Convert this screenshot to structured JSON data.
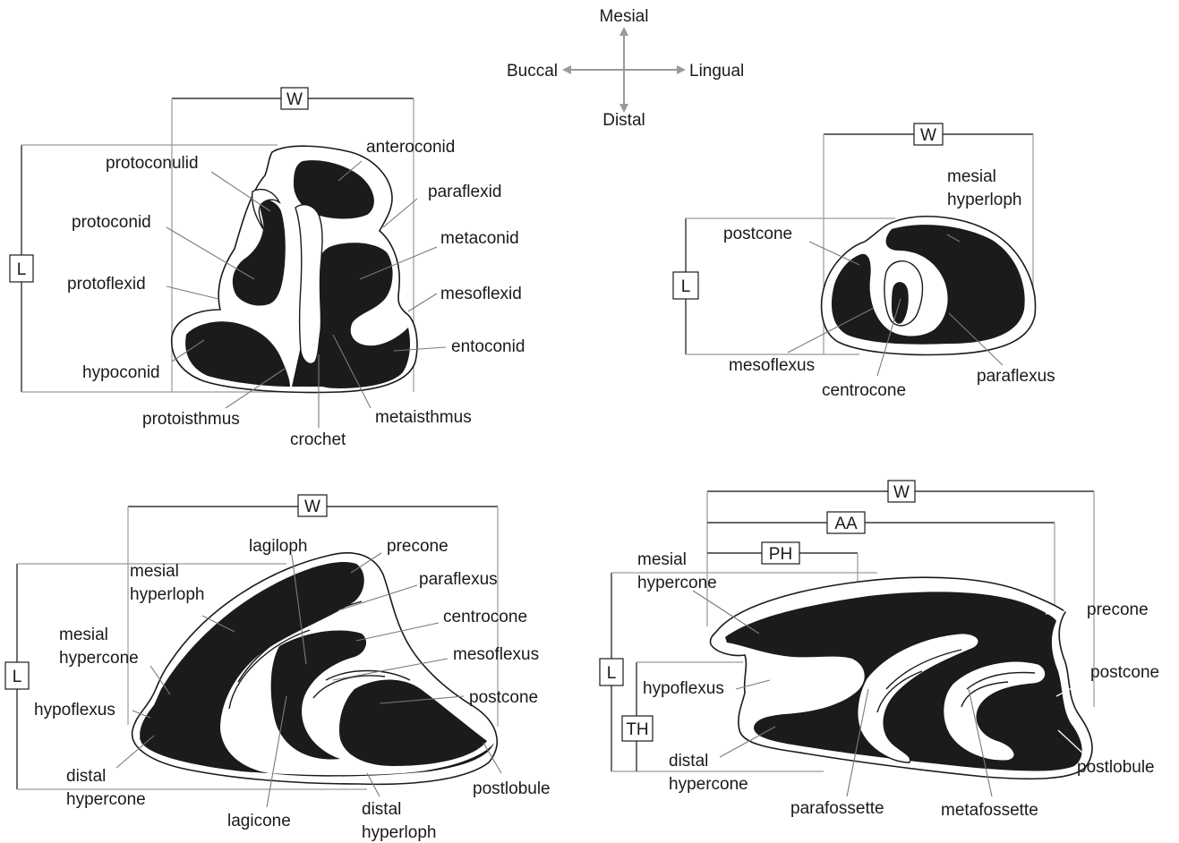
{
  "compass": {
    "top": "Mesial",
    "bottom": "Distal",
    "left": "Buccal",
    "right": "Lingual"
  },
  "dimensions": {
    "w": "W",
    "l": "L",
    "aa": "AA",
    "ph": "PH",
    "th": "TH"
  },
  "panel_a": {
    "labels": {
      "anteroconid": "anteroconid",
      "protoconulid": "protoconulid",
      "paraflexid": "paraflexid",
      "protoconid": "protoconid",
      "metaconid": "metaconid",
      "protoflexid": "protoflexid",
      "mesoflexid": "mesoflexid",
      "entoconid": "entoconid",
      "hypoconid": "hypoconid",
      "protoisthmus": "protoisthmus",
      "metaisthmus": "metaisthmus",
      "crochet": "crochet"
    }
  },
  "panel_b": {
    "labels": {
      "mesial_hyperloph_1": "mesial",
      "mesial_hyperloph_2": "hyperloph",
      "postcone": "postcone",
      "mesoflexus": "mesoflexus",
      "centrocone": "centrocone",
      "paraflexus": "paraflexus"
    }
  },
  "panel_c": {
    "labels": {
      "lagiloph": "lagiloph",
      "precone": "precone",
      "mesial_hyperloph_1": "mesial",
      "mesial_hyperloph_2": "hyperloph",
      "paraflexus": "paraflexus",
      "centrocone": "centrocone",
      "mesial_hypercone_1": "mesial",
      "mesial_hypercone_2": "hypercone",
      "mesoflexus": "mesoflexus",
      "hypoflexus": "hypoflexus",
      "postcone": "postcone",
      "distal_hypercone_1": "distal",
      "distal_hypercone_2": "hypercone",
      "postlobule": "postlobule",
      "lagicone": "lagicone",
      "distal_hyperloph_1": "distal",
      "distal_hyperloph_2": "hyperloph"
    }
  },
  "panel_d": {
    "labels": {
      "mesial_hypercone_1": "mesial",
      "mesial_hypercone_2": "hypercone",
      "precone": "precone",
      "hypoflexus": "hypoflexus",
      "postcone": "postcone",
      "distal_hypercone_1": "distal",
      "distal_hypercone_2": "hypercone",
      "postlobule": "postlobule",
      "parafossette": "parafossette",
      "metafossette": "metafossette"
    }
  }
}
